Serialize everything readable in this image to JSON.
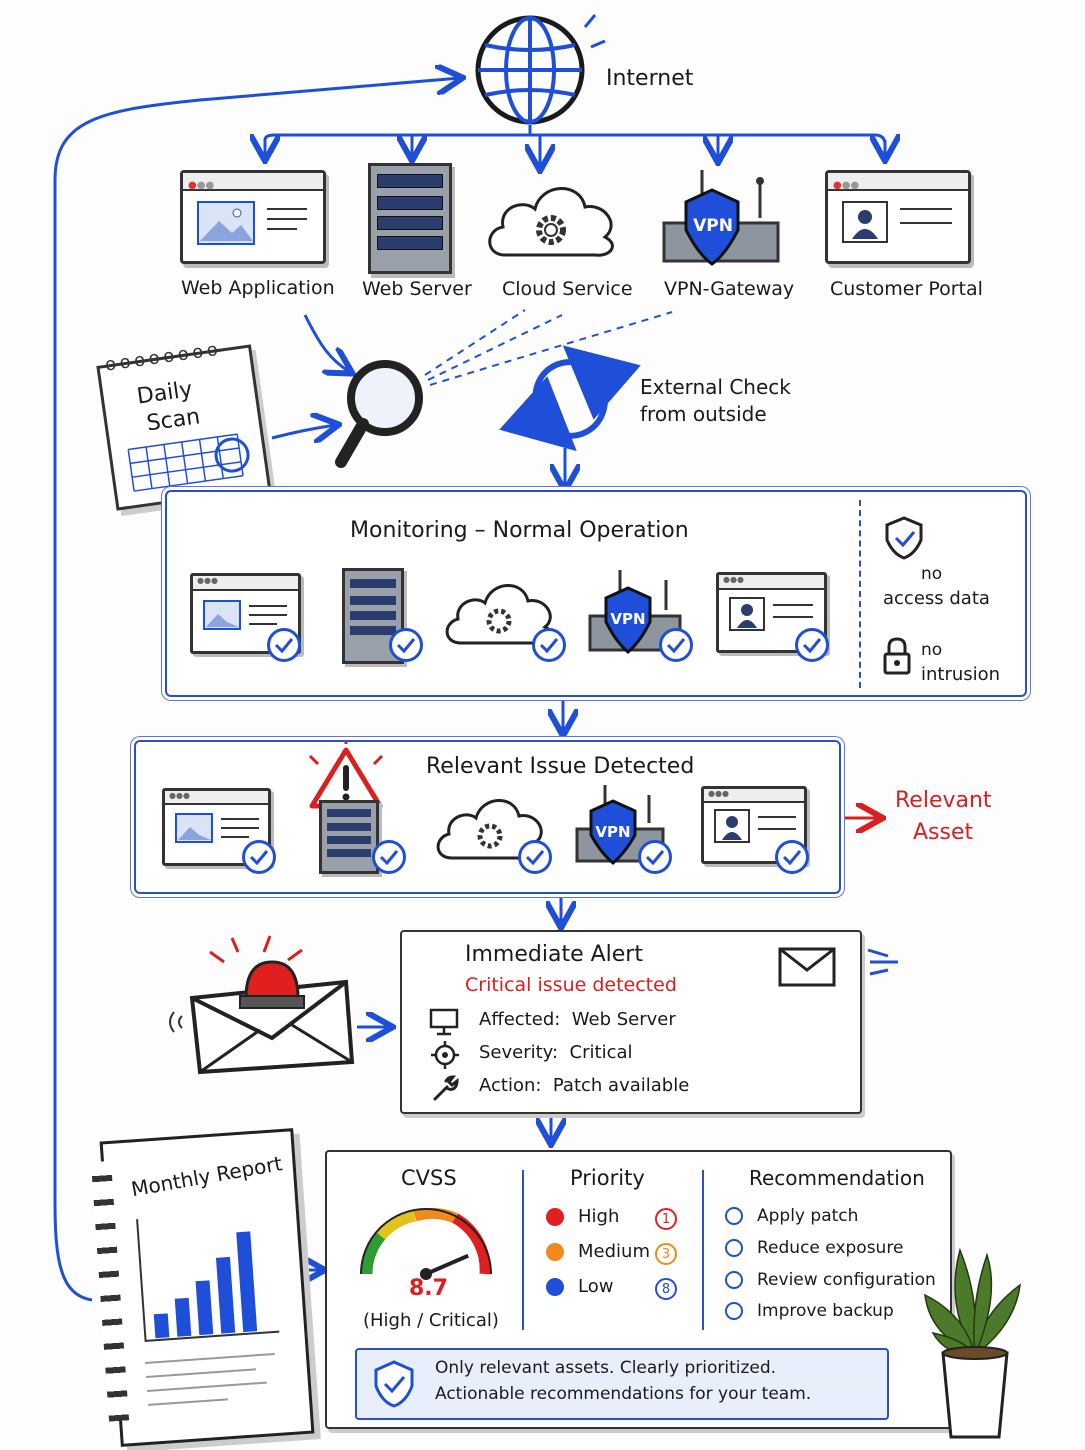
{
  "internet": {
    "label": "Internet"
  },
  "assets": [
    {
      "label": "Web Application"
    },
    {
      "label": "Web Server"
    },
    {
      "label": "Cloud Service"
    },
    {
      "label": "VPN-Gateway"
    },
    {
      "label": "Customer Portal"
    }
  ],
  "vpn_text": "VPN",
  "scan": {
    "calendar_line1": "Daily",
    "calendar_line2": "Scan",
    "external_line1": "External Check",
    "external_line2": "from outside"
  },
  "monitoring": {
    "title": "Monitoring – Normal Operation",
    "side1_line1": "no",
    "side1_line2": "access data",
    "side2_line1": "no",
    "side2_line2": "intrusion"
  },
  "issue": {
    "title": "Relevant Issue Detected",
    "relevant_line1": "Relevant",
    "relevant_line2": "Asset"
  },
  "alert": {
    "title": "Immediate Alert",
    "subtitle": "Critical issue detected",
    "rows": [
      {
        "key": "Affected:",
        "value": "Web Server",
        "icon": "monitor-icon"
      },
      {
        "key": "Severity:",
        "value": "Critical",
        "icon": "crosshair-icon"
      },
      {
        "key": "Action:",
        "value": "Patch available",
        "icon": "wrench-icon"
      }
    ]
  },
  "report": {
    "book_title": "Monthly Report",
    "cvss": {
      "title": "CVSS",
      "score": "8.7",
      "caption": "(High / Critical)",
      "score_value": 8.7,
      "max": 10
    },
    "priority": {
      "title": "Priority",
      "items": [
        {
          "label": "High",
          "count": "1",
          "color": "#e0201f"
        },
        {
          "label": "Medium",
          "count": "3",
          "color": "#f08a1c"
        },
        {
          "label": "Low",
          "count": "8",
          "color": "#1f4fd8"
        }
      ]
    },
    "recommendation": {
      "title": "Recommendation",
      "items": [
        "Apply patch",
        "Reduce exposure",
        "Review configuration",
        "Improve backup"
      ]
    },
    "footer_line1": "Only relevant assets. Clearly prioritized.",
    "footer_line2": "Actionable recommendations for your team."
  },
  "colors": {
    "accent": "#1f4fd8",
    "alert": "#d91f1f"
  }
}
